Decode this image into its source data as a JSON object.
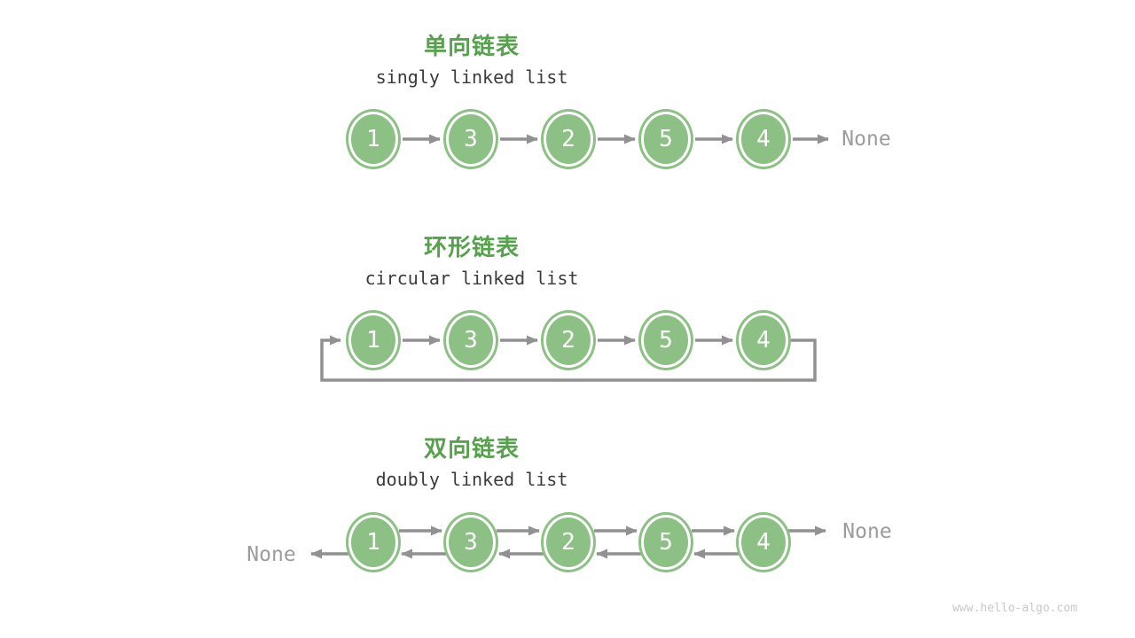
{
  "diagram": {
    "watermark": "www.hello-algo.com",
    "colors": {
      "node_green": "#8CC084",
      "title_green": "#57A14E",
      "arrow_gray": "#919191",
      "none_gray": "#9C9C9C",
      "subtitle_dark": "#3B3B3B",
      "watermark_gray": "#C9C9C9"
    },
    "sections": [
      {
        "id": "singly",
        "title_zh": "单向链表",
        "title_en": "singly linked list",
        "nodes": [
          "1",
          "3",
          "2",
          "5",
          "4"
        ],
        "tail_label": "None"
      },
      {
        "id": "circular",
        "title_zh": "环形链表",
        "title_en": "circular linked list",
        "nodes": [
          "1",
          "3",
          "2",
          "5",
          "4"
        ]
      },
      {
        "id": "doubly",
        "title_zh": "双向链表",
        "title_en": "doubly linked list",
        "nodes": [
          "1",
          "3",
          "2",
          "5",
          "4"
        ],
        "head_label": "None",
        "tail_label": "None"
      }
    ]
  }
}
